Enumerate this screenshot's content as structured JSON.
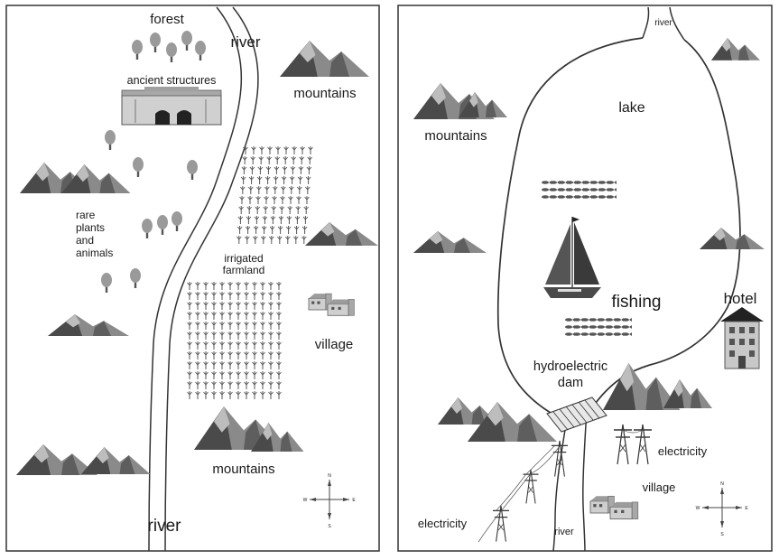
{
  "left_map": {
    "labels": {
      "forest": "forest",
      "river_top": "river",
      "river_bottom": "river",
      "ancient_structures": "ancient structures",
      "mountains_top": "mountains",
      "mountains_bottom": "mountains",
      "rare_1": "rare",
      "rare_2": "plants",
      "rare_3": "and",
      "rare_4": "animals",
      "irrigated_1": "irrigated",
      "irrigated_2": "farmland",
      "village": "village"
    }
  },
  "right_map": {
    "labels": {
      "river_top": "river",
      "river_bottom": "river",
      "lake": "lake",
      "mountains": "mountains",
      "fishing": "fishing",
      "hotel": "hotel",
      "dam_1": "hydroelectric",
      "dam_2": "dam",
      "electricity_right": "electricity",
      "electricity_left": "electricity",
      "village": "village"
    }
  },
  "compass": {
    "n": "N",
    "s": "S",
    "e": "E",
    "w": "W"
  },
  "colors": {
    "dark": "#4a4a4a",
    "mid": "#8a8a8a",
    "light": "#c8c8c8",
    "frame": "#333333"
  }
}
